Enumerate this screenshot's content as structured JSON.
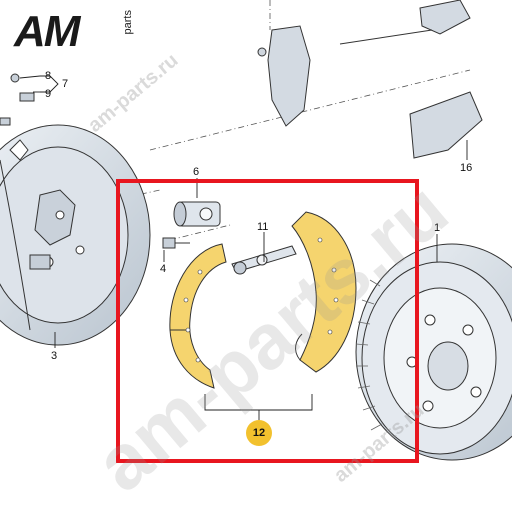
{
  "logo": {
    "main": "AM",
    "sub": "parts"
  },
  "watermarks": {
    "main": "am-parts.ru",
    "small_1": "am-parts.ru",
    "small_2": "am-parts.ru"
  },
  "callouts": {
    "c1": "1",
    "c3": "3",
    "c4": "4",
    "c6": "6",
    "c7": "7",
    "c8": "8",
    "c9": "9",
    "c11": "11",
    "c12": "12",
    "c16": "16"
  },
  "colors": {
    "highlight_frame": "#e8161f",
    "shoe_fill": "#f5d46e",
    "badge_fill": "#f2c12e",
    "line_art": "#333333"
  }
}
